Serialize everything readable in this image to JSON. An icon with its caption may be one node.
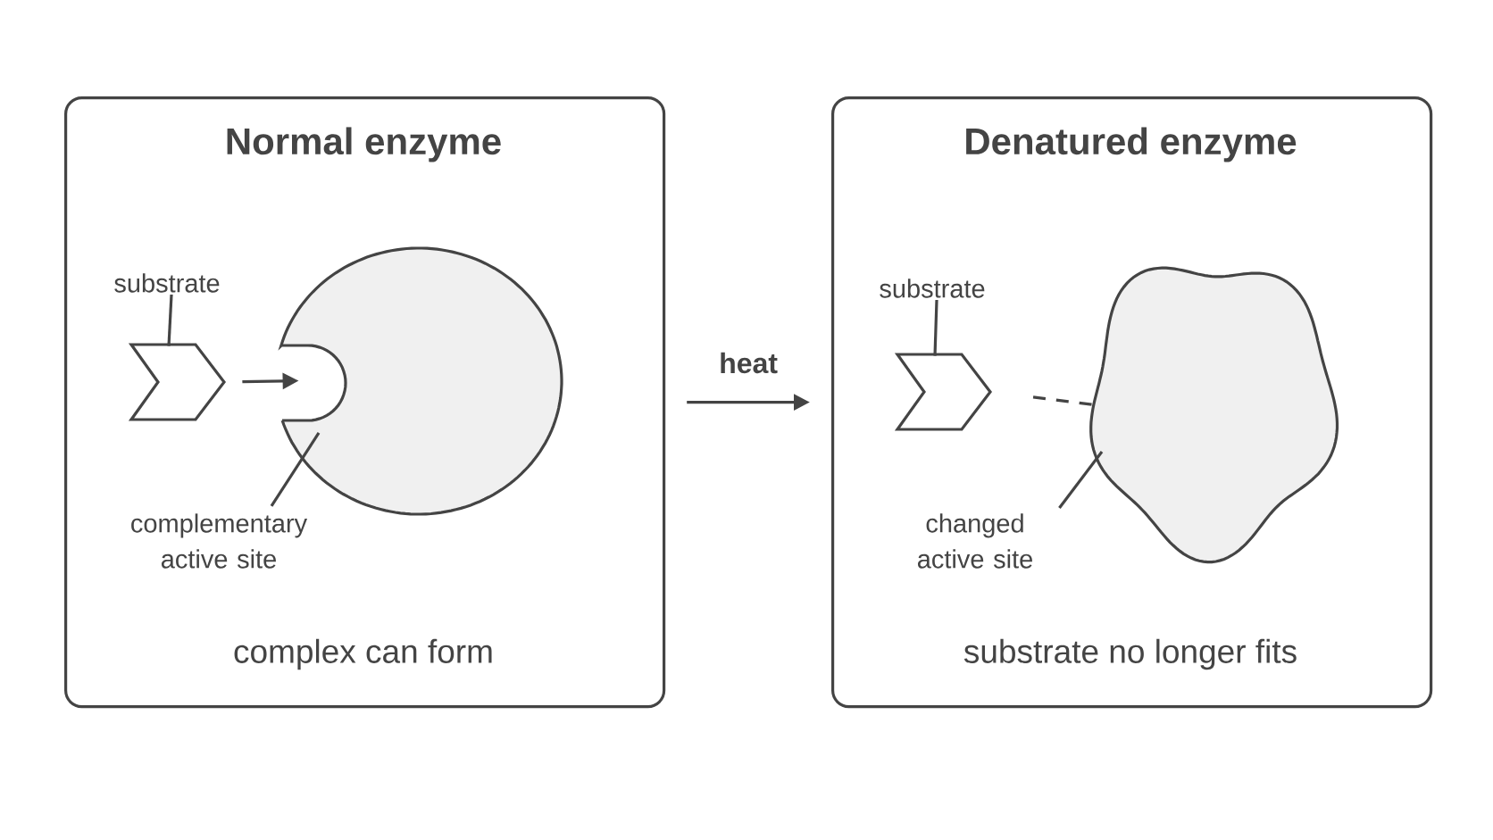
{
  "diagram": {
    "nodes": [
      {
        "text": [
          "Normal enzyme",
          "complex can form"
        ]
      },
      {
        "text": [
          "substrate"
        ],
        "in": 0
      },
      {
        "text": [],
        "shape": "chevron",
        "in": 0
      },
      {
        "text": [],
        "shape": "circle",
        "in": 0
      },
      {
        "text": [
          "complementary active site"
        ],
        "in": 0
      },
      {
        "text": [
          "Denatured enzyme",
          "substrate no longer fits"
        ]
      },
      {
        "text": [
          "substrate"
        ],
        "in": 5
      },
      {
        "text": [],
        "shape": "chevron",
        "in": 5
      },
      {
        "text": [],
        "shape": "blob",
        "in": 5
      },
      {
        "text": [
          "changed active site"
        ],
        "in": 5
      }
    ],
    "edges": [
      {
        "from": 1,
        "to": 2,
        "arrow": "none"
      },
      {
        "from": 2,
        "to": 3,
        "arrow": "to"
      },
      {
        "from": 4,
        "to": 3,
        "arrow": "none"
      },
      {
        "from": 0,
        "to": 5,
        "arrow": "to",
        "label": "heat"
      },
      {
        "from": 6,
        "to": 7,
        "arrow": "none"
      },
      {
        "from": 7,
        "to": 8,
        "arrow": "none",
        "style": "dashed"
      },
      {
        "from": 9,
        "to": 8,
        "arrow": "none"
      }
    ]
  }
}
